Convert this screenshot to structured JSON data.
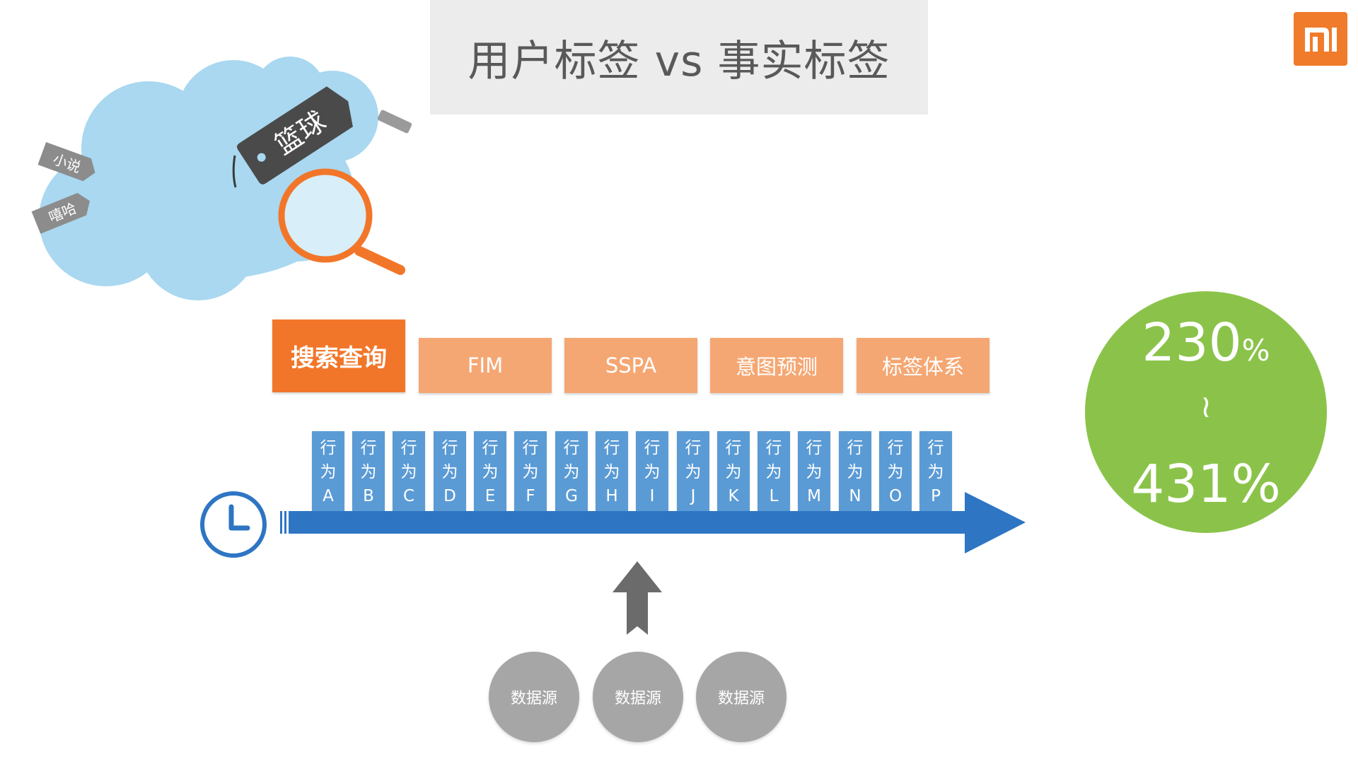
{
  "title": "用户标签 vs 事实标签",
  "cloud_tags": {
    "big": "篮球",
    "small1": "小说",
    "small2": "嘻哈"
  },
  "steps": {
    "main": "搜索查询",
    "items": [
      "FIM",
      "SSPA",
      "意图预测",
      "标签体系"
    ]
  },
  "behaviors": [
    {
      "c1": "行",
      "c2": "为",
      "letter": "A"
    },
    {
      "c1": "行",
      "c2": "为",
      "letter": "B"
    },
    {
      "c1": "行",
      "c2": "为",
      "letter": "C"
    },
    {
      "c1": "行",
      "c2": "为",
      "letter": "D"
    },
    {
      "c1": "行",
      "c2": "为",
      "letter": "E"
    },
    {
      "c1": "行",
      "c2": "为",
      "letter": "F"
    },
    {
      "c1": "行",
      "c2": "为",
      "letter": "G"
    },
    {
      "c1": "行",
      "c2": "为",
      "letter": "H"
    },
    {
      "c1": "行",
      "c2": "为",
      "letter": "I"
    },
    {
      "c1": "行",
      "c2": "为",
      "letter": "J"
    },
    {
      "c1": "行",
      "c2": "为",
      "letter": "K"
    },
    {
      "c1": "行",
      "c2": "为",
      "letter": "L"
    },
    {
      "c1": "行",
      "c2": "为",
      "letter": "M"
    },
    {
      "c1": "行",
      "c2": "为",
      "letter": "N"
    },
    {
      "c1": "行",
      "c2": "为",
      "letter": "O"
    },
    {
      "c1": "行",
      "c2": "为",
      "letter": "P"
    }
  ],
  "sources": [
    "数据源",
    "数据源",
    "数据源"
  ],
  "result": {
    "top_value": "230",
    "top_unit": "%",
    "middle": "≀",
    "bottom": "431%"
  },
  "colors": {
    "accent_orange": "#f2762a",
    "light_orange": "#f5a773",
    "behavior_blue": "#5b9bd5",
    "timeline_blue": "#2e75c4",
    "result_green": "#8bc34a",
    "source_gray": "#a6a6a6",
    "cloud_blue": "#a9d8f0"
  },
  "icons": {
    "logo": "mi-logo-icon",
    "clock": "clock-icon",
    "magnifier": "magnifier-icon",
    "cloud": "cloud-icon"
  }
}
